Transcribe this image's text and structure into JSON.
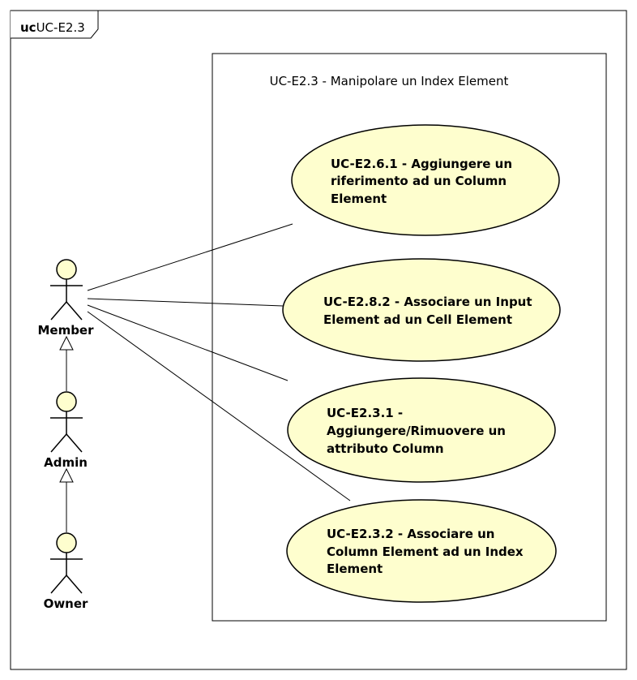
{
  "frame": {
    "keyword": "uc",
    "name": "UC-E2.3"
  },
  "boundary": {
    "title": "UC-E2.3 - Manipolare un Index Element"
  },
  "actors": [
    {
      "id": "member",
      "label": "Member"
    },
    {
      "id": "admin",
      "label": "Admin"
    },
    {
      "id": "owner",
      "label": "Owner"
    }
  ],
  "use_cases": [
    {
      "id": "uc-e2-6-1",
      "lines": [
        "UC-E2.6.1 - Aggiungere un",
        "riferimento ad un Column",
        "Element"
      ]
    },
    {
      "id": "uc-e2-8-2",
      "lines": [
        "UC-E2.8.2 - Associare un Input",
        "Element ad un Cell Element"
      ]
    },
    {
      "id": "uc-e2-3-1",
      "lines": [
        "UC-E2.3.1 -",
        "Aggiungere/Rimuovere un",
        "attributo Column"
      ]
    },
    {
      "id": "uc-e2-3-2",
      "lines": [
        "UC-E2.3.2 - Associare un",
        "Column Element ad un Index",
        "Element"
      ]
    }
  ],
  "colors": {
    "use_case_fill": "#fefece",
    "actor_fill": "#fefece",
    "stroke": "#000000"
  }
}
